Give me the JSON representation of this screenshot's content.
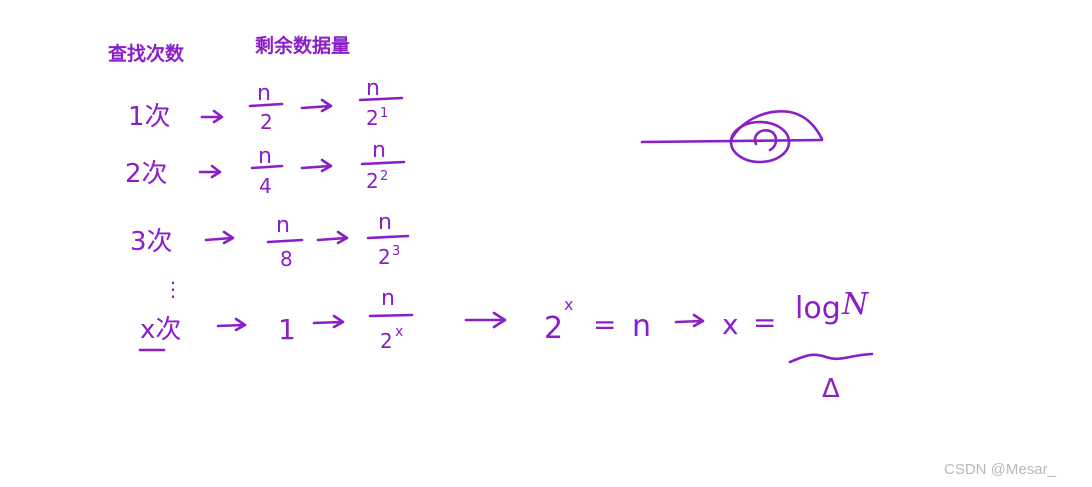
{
  "headers": {
    "search_count": "查找次数",
    "remaining": "剩余数据量"
  },
  "rows": [
    {
      "count": "1次",
      "frac_num": "n",
      "frac_den": "2",
      "pow_num": "n",
      "pow_base": "2",
      "pow_exp": "1"
    },
    {
      "count": "2次",
      "frac_num": "n",
      "frac_den": "4",
      "pow_num": "n",
      "pow_base": "2",
      "pow_exp": "2"
    },
    {
      "count": "3次",
      "frac_num": "n",
      "frac_den": "8",
      "pow_num": "n",
      "pow_base": "2",
      "pow_exp": "3"
    },
    {
      "count": "x次",
      "value": "1",
      "pow_num": "n",
      "pow_base": "2",
      "pow_exp": "x"
    }
  ],
  "ellipsis": "⋮",
  "equation": {
    "base": "2",
    "exp": "x",
    "eq": "=",
    "rhs": "n",
    "var": "x",
    "eq2": "=",
    "log": "log",
    "log_arg": "N"
  },
  "underset": "Δ",
  "watermark": "CSDN @Mesar_"
}
